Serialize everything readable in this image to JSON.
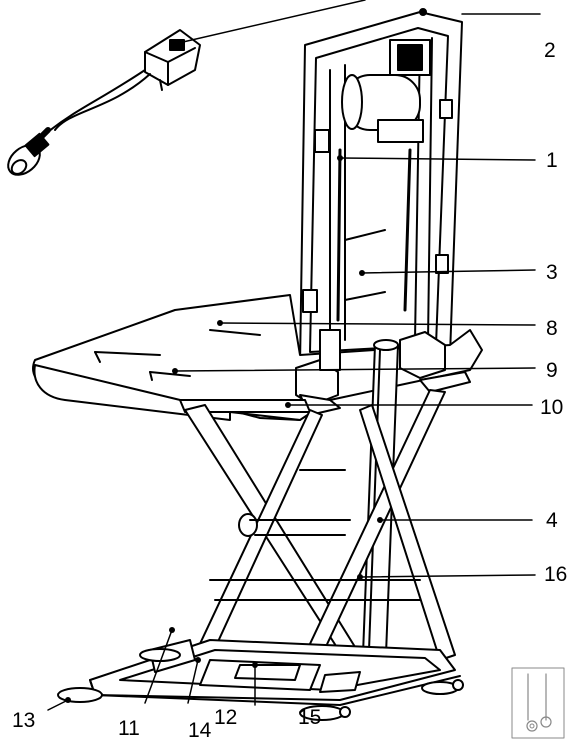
{
  "figure": {
    "line_color": "#000000",
    "fill_color": "#ffffff",
    "shade_color": "#d9d9d9",
    "icon": "seat-lift-chair-drawing"
  },
  "callouts": [
    {
      "id": "c1",
      "text": "1"
    },
    {
      "id": "c2",
      "text": "2"
    },
    {
      "id": "c3",
      "text": "3"
    },
    {
      "id": "c8",
      "text": "8"
    },
    {
      "id": "c9",
      "text": "9"
    },
    {
      "id": "c10",
      "text": "10"
    },
    {
      "id": "c4",
      "text": "4"
    },
    {
      "id": "c16",
      "text": "16"
    },
    {
      "id": "c13",
      "text": "13"
    },
    {
      "id": "c11",
      "text": "11"
    },
    {
      "id": "c14",
      "text": "14"
    },
    {
      "id": "c12",
      "text": "12"
    },
    {
      "id": "c15",
      "text": "15"
    }
  ]
}
